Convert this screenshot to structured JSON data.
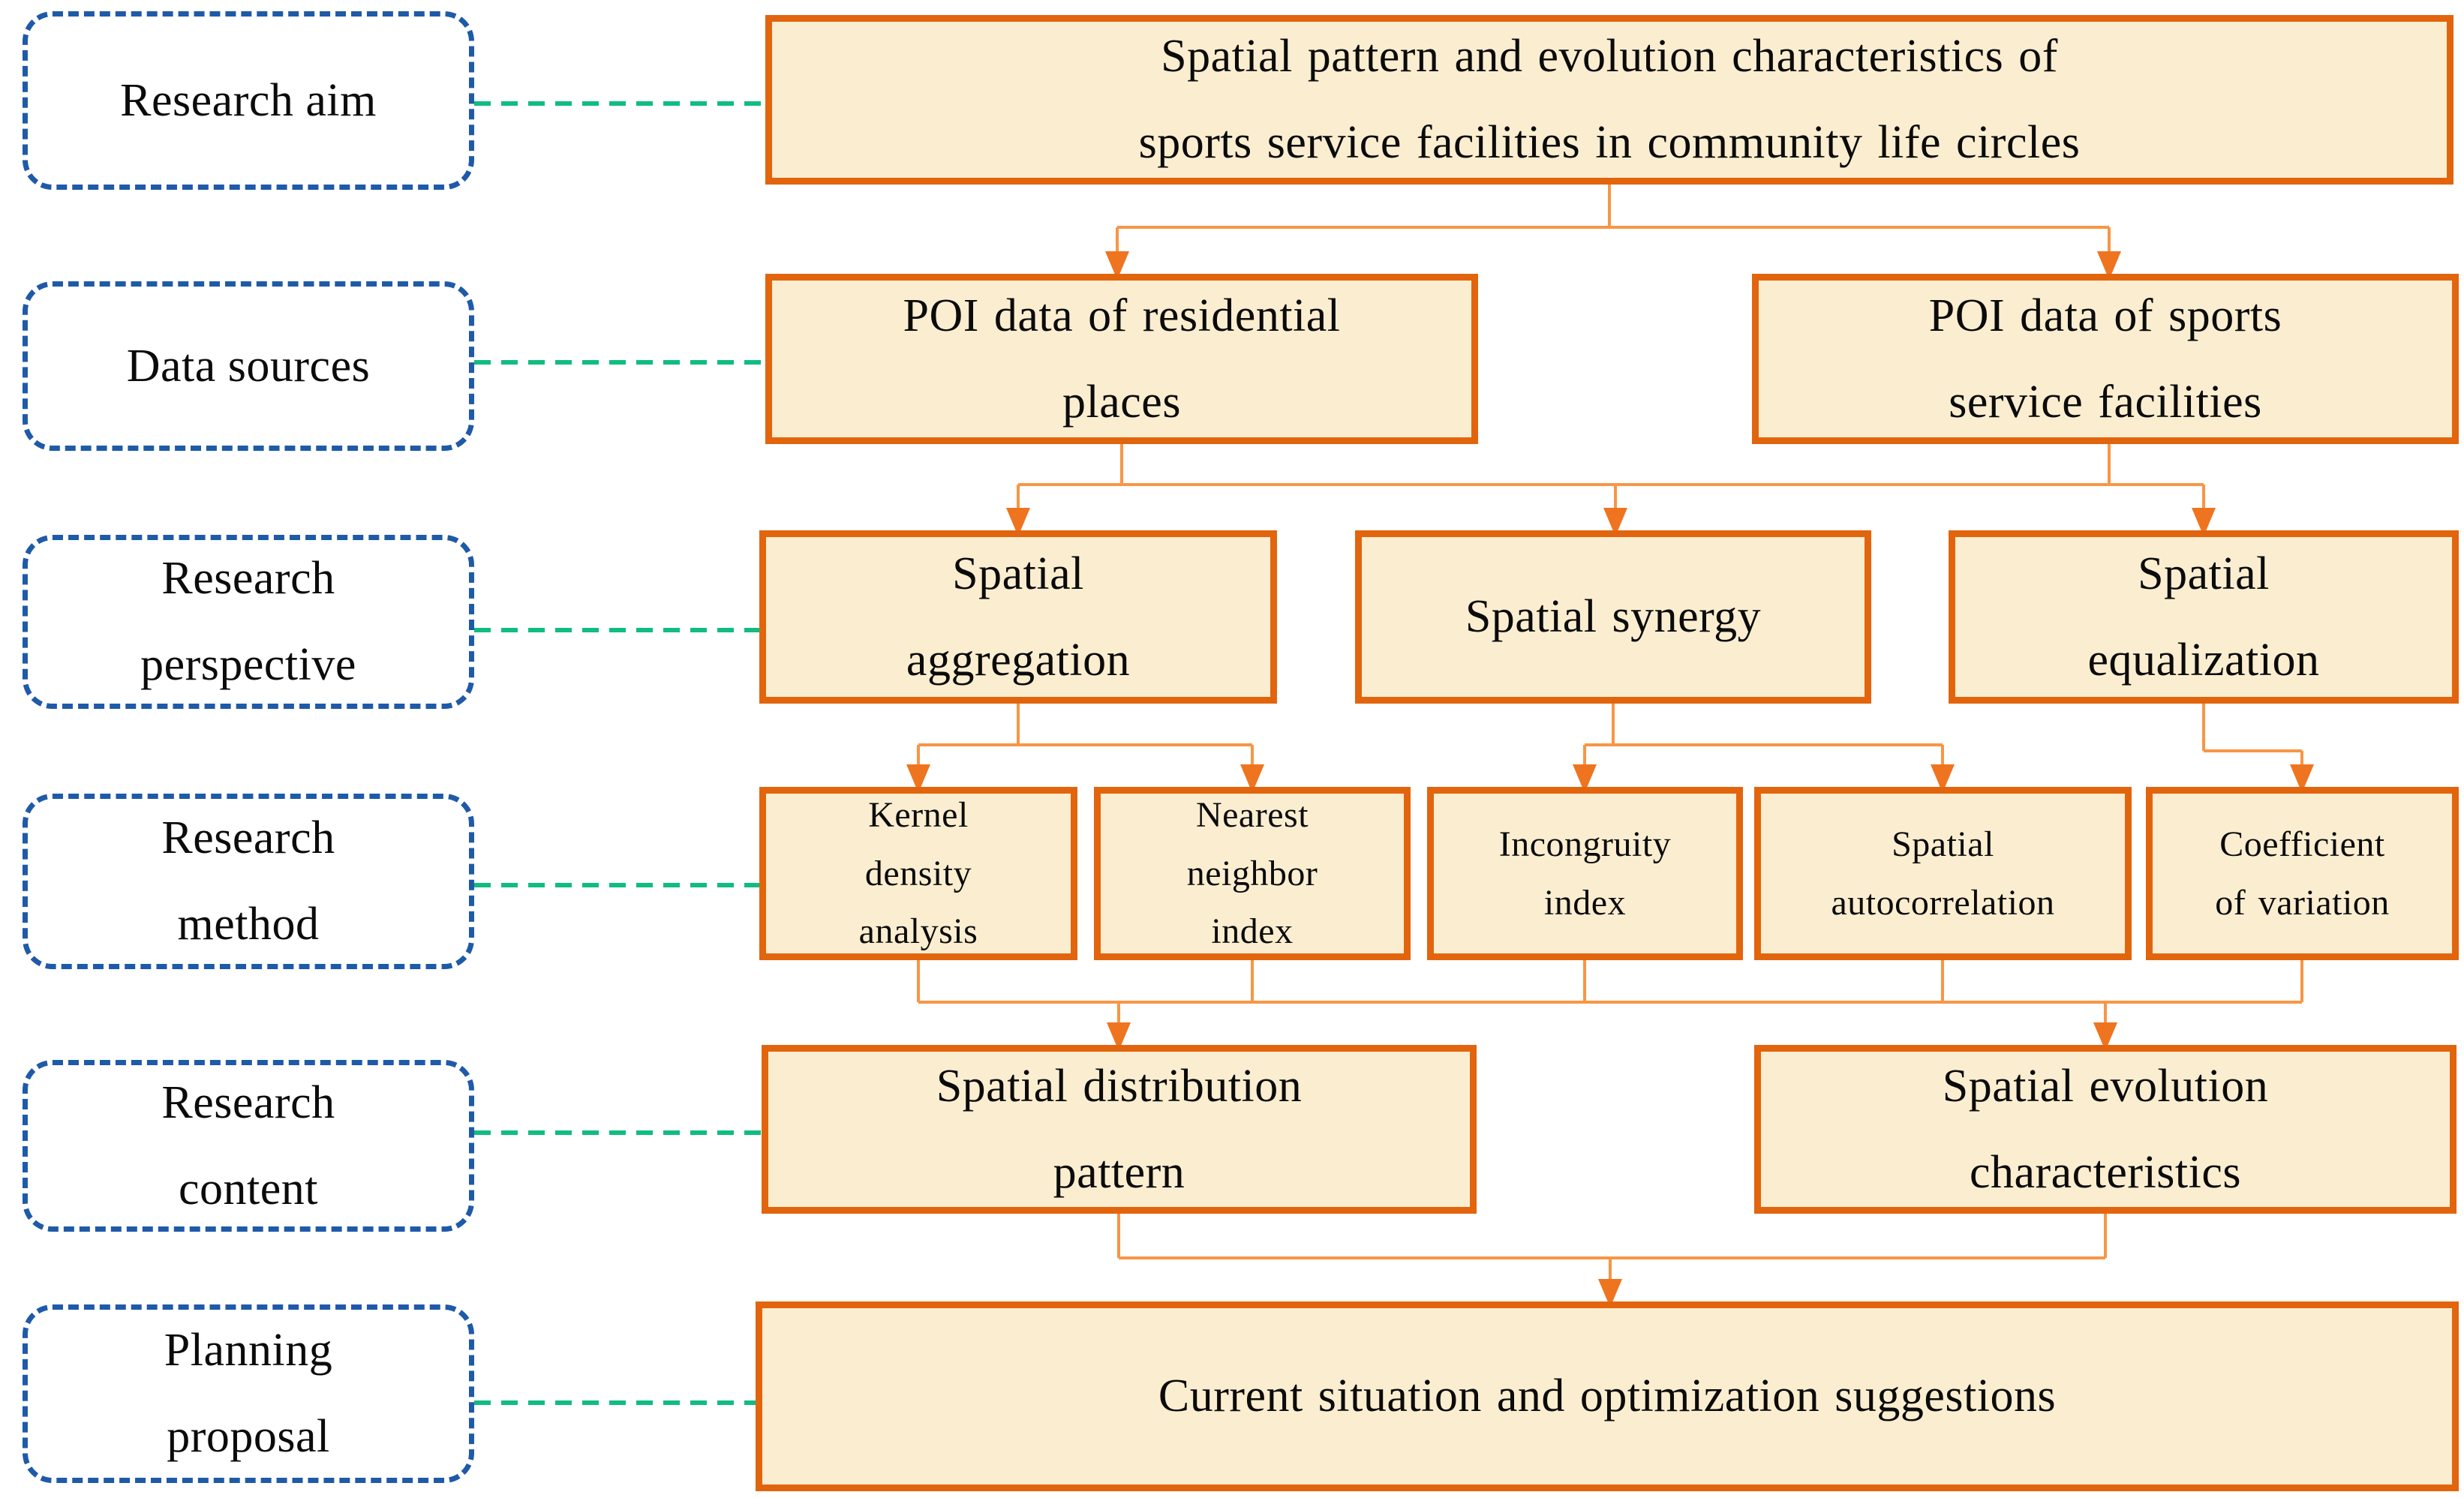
{
  "figure": {
    "type": "flowchart",
    "left_labels": [
      {
        "id": "research-aim",
        "text": "Research aim"
      },
      {
        "id": "data-sources",
        "text": "Data sources"
      },
      {
        "id": "research-perspective",
        "text": "Research\nperspective"
      },
      {
        "id": "research-method",
        "text": "Research\nmethod"
      },
      {
        "id": "research-content",
        "text": "Research\ncontent"
      },
      {
        "id": "planning-proposal",
        "text": "Planning\nproposal"
      }
    ],
    "nodes": {
      "title": "Spatial pattern and evolution characteristics of\nsports service facilities in community life circles",
      "poi_residential": "POI data of residential\nplaces",
      "poi_sports": "POI data of sports\nservice facilities",
      "spatial_aggregation": "Spatial\naggregation",
      "spatial_synergy": "Spatial synergy",
      "spatial_equalization": "Spatial\nequalization",
      "kernel_density": "Kernel\ndensity\nanalysis",
      "nearest_neighbor": "Nearest\nneighbor\nindex",
      "incongruity_index": "Incongruity\nindex",
      "spatial_autocorrelation": "Spatial\nautocorrelation",
      "coefficient_variation": "Coefficient\nof variation",
      "distribution_pattern": "Spatial distribution\npattern",
      "evolution_characteristics": "Spatial evolution\ncharacteristics",
      "current_situation": "Current situation and optimization suggestions"
    },
    "colors": {
      "node_border": "#E2650E",
      "node_fill": "#FBEED0",
      "connector_line": "#F79646",
      "arrowhead": "#EF7420",
      "label_border_blue": "#1F5AA8",
      "link_dash_green": "#10BD80",
      "text": "#0b0b0b",
      "background": "#ffffff"
    }
  }
}
